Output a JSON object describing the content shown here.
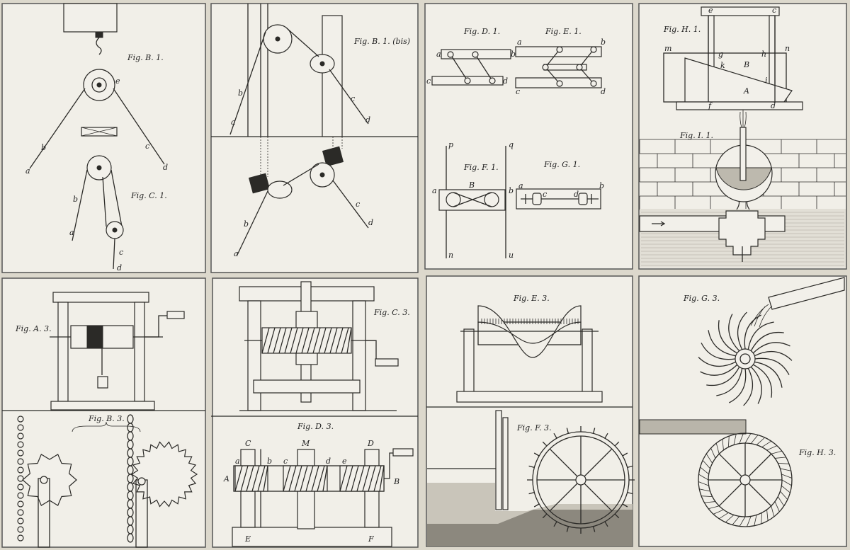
{
  "figures": {
    "B1": "Fig. B. 1.",
    "C1": "Fig. C. 1.",
    "B1bis": "Fig. B. 1. (bis)",
    "D1": "Fig. D. 1.",
    "E1": "Fig. E. 1.",
    "H1": "Fig. H. 1.",
    "I1": "Fig. I. 1.",
    "F1": "Fig. F. 1.",
    "G1": "Fig. G. 1.",
    "A3": "Fig. A. 3.",
    "B3": "Fig. B. 3.",
    "C3": "Fig. C. 3.",
    "D3": "Fig. D. 3.",
    "E3": "Fig. E. 3.",
    "F3": "Fig. F. 3.",
    "G3": "Fig. G. 3.",
    "H3": "Fig. H. 3."
  },
  "letters": {
    "a": "a",
    "b": "b",
    "c": "c",
    "d": "d",
    "e": "e",
    "f": "f",
    "g": "g",
    "h": "h",
    "i": "i",
    "k": "k",
    "m": "m",
    "n": "n",
    "p": "p",
    "q": "q",
    "u": "u",
    "A": "A",
    "B": "B",
    "C": "C",
    "D": "D",
    "E": "E",
    "F": "F",
    "M": "M"
  }
}
